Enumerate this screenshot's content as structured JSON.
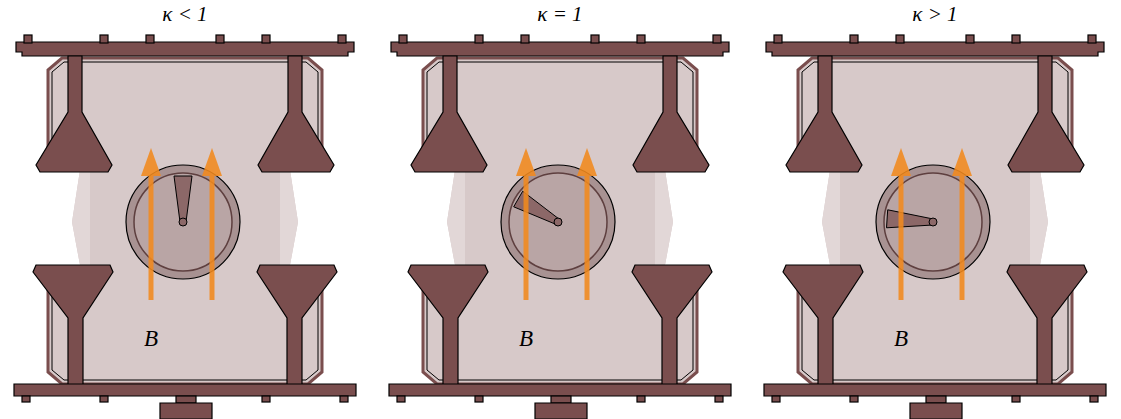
{
  "diagram": {
    "labels": [
      "κ < 1",
      "κ = 1",
      "κ > 1",
      "B⃗",
      "B⃗",
      "B⃗"
    ]
  }
}
